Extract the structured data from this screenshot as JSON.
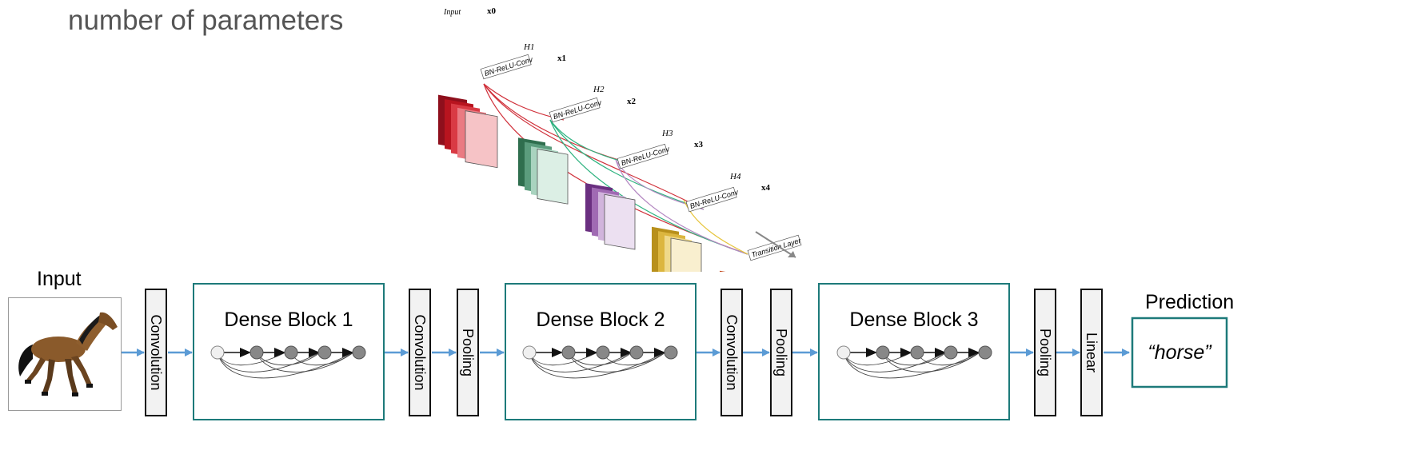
{
  "heading": "number of parameters",
  "top_figure": {
    "input_label": "Input",
    "feature_labels": [
      "x0",
      "x1",
      "x2",
      "x3",
      "x4"
    ],
    "layer_labels": [
      "H1",
      "H2",
      "H3",
      "H4"
    ],
    "op_label": "BN-ReLU-Conv",
    "transition_label": "Transition Layer",
    "colors": {
      "block0": "#c8102e",
      "block1": "#2f7a55",
      "block2": "#7a3b8f",
      "block3": "#c9a227",
      "block4": "#d9541e"
    }
  },
  "pipeline": {
    "input_label": "Input",
    "prediction_label": "Prediction",
    "prediction_value": "“horse”",
    "layers": [
      "Convolution",
      "Convolution",
      "Pooling",
      "Convolution",
      "Pooling",
      "Pooling",
      "Linear"
    ],
    "dense_blocks": [
      "Dense Block 1",
      "Dense Block 2",
      "Dense Block 3"
    ],
    "colors": {
      "block_border": "#1d7a7a",
      "arrow": "#5b9bd5",
      "layer_fill": "#f2f2f2"
    }
  },
  "icons": {
    "input_image": "horse-photo-icon"
  }
}
